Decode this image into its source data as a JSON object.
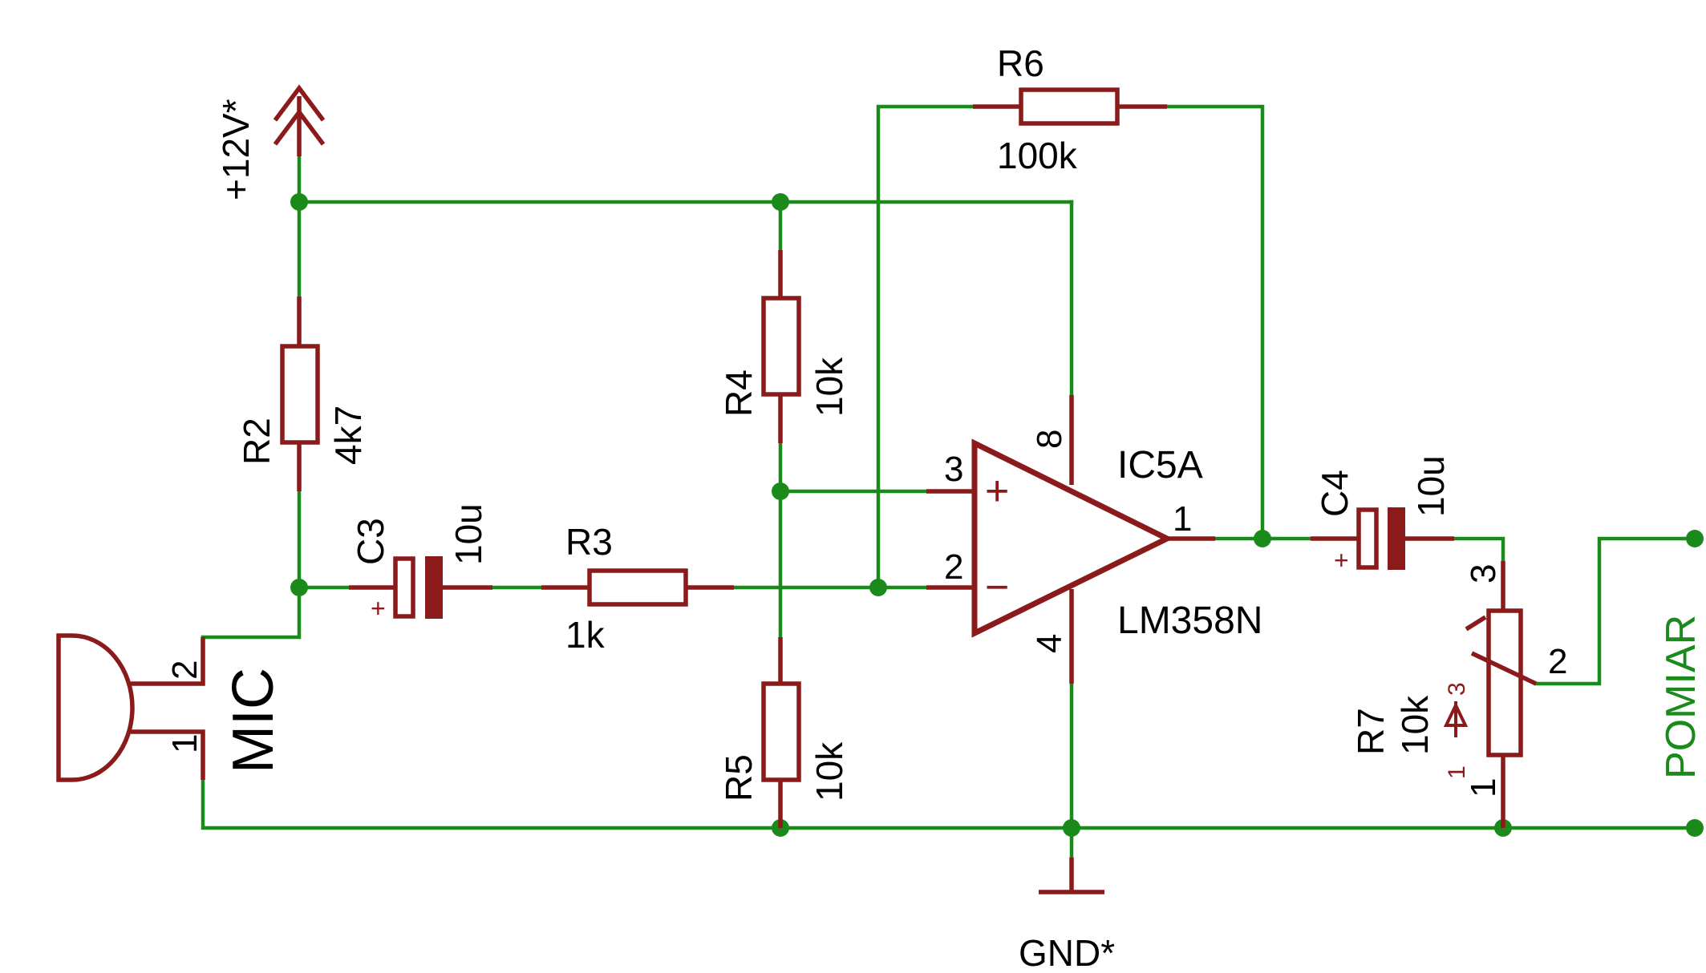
{
  "supply": {
    "label": "+12V*"
  },
  "ground": {
    "label": "GND*"
  },
  "output_net": {
    "label": "POMIAR"
  },
  "mic": {
    "name": "MIC",
    "pin1": "1",
    "pin2": "2"
  },
  "r2": {
    "name": "R2",
    "value": "4k7"
  },
  "r3": {
    "name": "R3",
    "value": "1k"
  },
  "r4": {
    "name": "R4",
    "value": "10k"
  },
  "r5": {
    "name": "R5",
    "value": "10k"
  },
  "r6": {
    "name": "R6",
    "value": "100k"
  },
  "r7": {
    "name": "R7",
    "value": "10k",
    "pin1": "1",
    "pin2": "2",
    "pin3": "3",
    "adj_label_a": "1",
    "adj_label_b": "3"
  },
  "c3": {
    "name": "C3",
    "value": "10u",
    "polarity": "+"
  },
  "c4": {
    "name": "C4",
    "value": "10u",
    "polarity": "+"
  },
  "ic": {
    "name": "IC5A",
    "part": "LM358N",
    "pin_noninv": "3",
    "pin_inv": "2",
    "pin_out": "1",
    "pin_vcc": "8",
    "pin_gnd": "4",
    "plus_sign": "+",
    "minus_sign": "−"
  },
  "colors": {
    "wire": "#1a8a1a",
    "component": "#8b1a1a"
  }
}
